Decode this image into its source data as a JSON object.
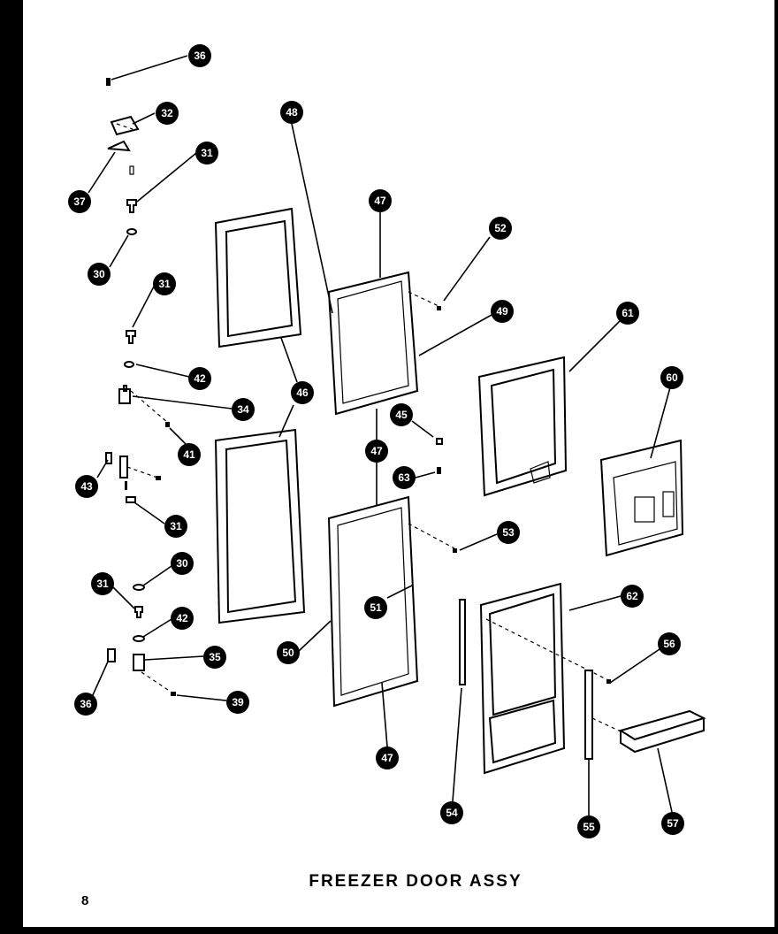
{
  "title": "FREEZER DOOR ASSY",
  "page_number": "8",
  "callouts": [
    {
      "id": "c36a",
      "label": "36"
    },
    {
      "id": "c32",
      "label": "32"
    },
    {
      "id": "c31a",
      "label": "31"
    },
    {
      "id": "c37",
      "label": "37"
    },
    {
      "id": "c30a",
      "label": "30"
    },
    {
      "id": "c31b",
      "label": "31"
    },
    {
      "id": "c42a",
      "label": "42"
    },
    {
      "id": "c34",
      "label": "34"
    },
    {
      "id": "c41",
      "label": "41"
    },
    {
      "id": "c43",
      "label": "43"
    },
    {
      "id": "c31c",
      "label": "31"
    },
    {
      "id": "c30b",
      "label": "30"
    },
    {
      "id": "c31d",
      "label": "31"
    },
    {
      "id": "c42b",
      "label": "42"
    },
    {
      "id": "c35",
      "label": "35"
    },
    {
      "id": "c36b",
      "label": "36"
    },
    {
      "id": "c39",
      "label": "39"
    },
    {
      "id": "c48",
      "label": "48"
    },
    {
      "id": "c46",
      "label": "46"
    },
    {
      "id": "c47a",
      "label": "47"
    },
    {
      "id": "c52",
      "label": "52"
    },
    {
      "id": "c49",
      "label": "49"
    },
    {
      "id": "c47b",
      "label": "47"
    },
    {
      "id": "c45",
      "label": "45"
    },
    {
      "id": "c63",
      "label": "63"
    },
    {
      "id": "c53",
      "label": "53"
    },
    {
      "id": "c51",
      "label": "51"
    },
    {
      "id": "c50",
      "label": "50"
    },
    {
      "id": "c47c",
      "label": "47"
    },
    {
      "id": "c61",
      "label": "61"
    },
    {
      "id": "c60",
      "label": "60"
    },
    {
      "id": "c62",
      "label": "62"
    },
    {
      "id": "c56",
      "label": "56"
    },
    {
      "id": "c54",
      "label": "54"
    },
    {
      "id": "c55",
      "label": "55"
    },
    {
      "id": "c57",
      "label": "57"
    }
  ]
}
